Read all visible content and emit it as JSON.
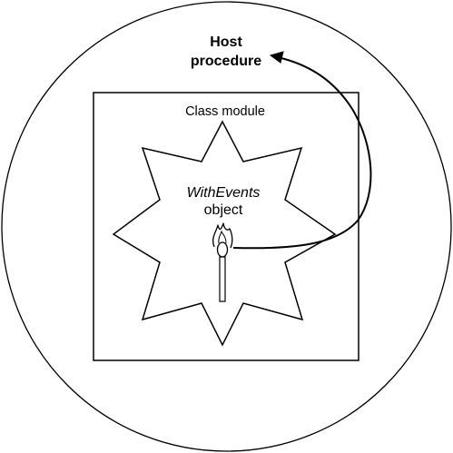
{
  "diagram": {
    "host": {
      "line1": "Host",
      "line2": "procedure"
    },
    "class_module": {
      "label": "Class module"
    },
    "object": {
      "line1": "WithEvents",
      "line2": "object"
    },
    "colors": {
      "stroke": "#000000",
      "background": "#ffffff"
    },
    "icons": {
      "event_source": "lit-match-icon",
      "arrow": "curved-arrow"
    }
  }
}
